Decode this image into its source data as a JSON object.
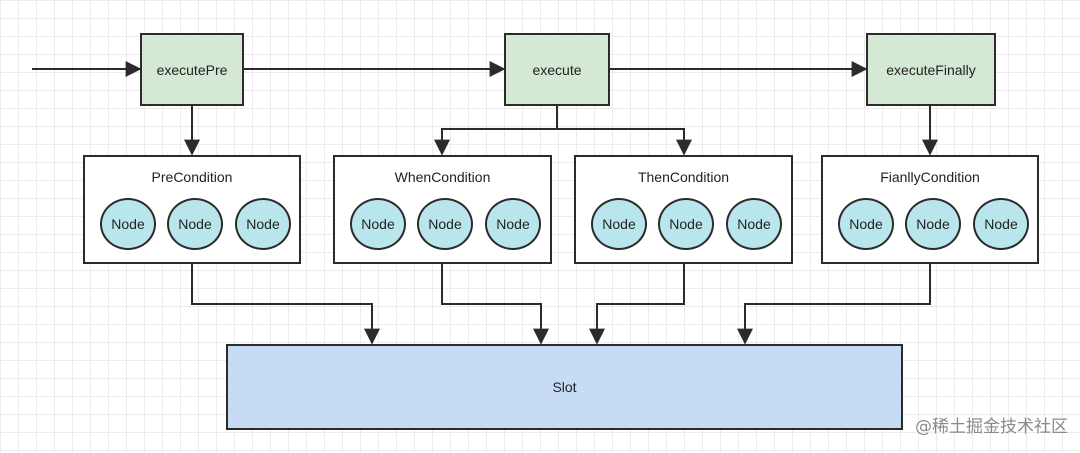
{
  "executors": [
    {
      "label": "executePre"
    },
    {
      "label": "execute"
    },
    {
      "label": "executeFinally"
    }
  ],
  "conditions": [
    {
      "title": "PreCondition",
      "nodes": [
        "Node",
        "Node",
        "Node"
      ]
    },
    {
      "title": "WhenCondition",
      "nodes": [
        "Node",
        "Node",
        "Node"
      ]
    },
    {
      "title": "ThenCondition",
      "nodes": [
        "Node",
        "Node",
        "Node"
      ]
    },
    {
      "title": "FianllyCondition",
      "nodes": [
        "Node",
        "Node",
        "Node"
      ]
    }
  ],
  "slot": {
    "label": "Slot"
  },
  "watermark": "@稀土掘金技术社区",
  "colors": {
    "executor_fill": "#d5e8d4",
    "node_fill": "#b9e6ec",
    "slot_fill": "#c6dcf5",
    "stroke": "#2b2b2b"
  }
}
